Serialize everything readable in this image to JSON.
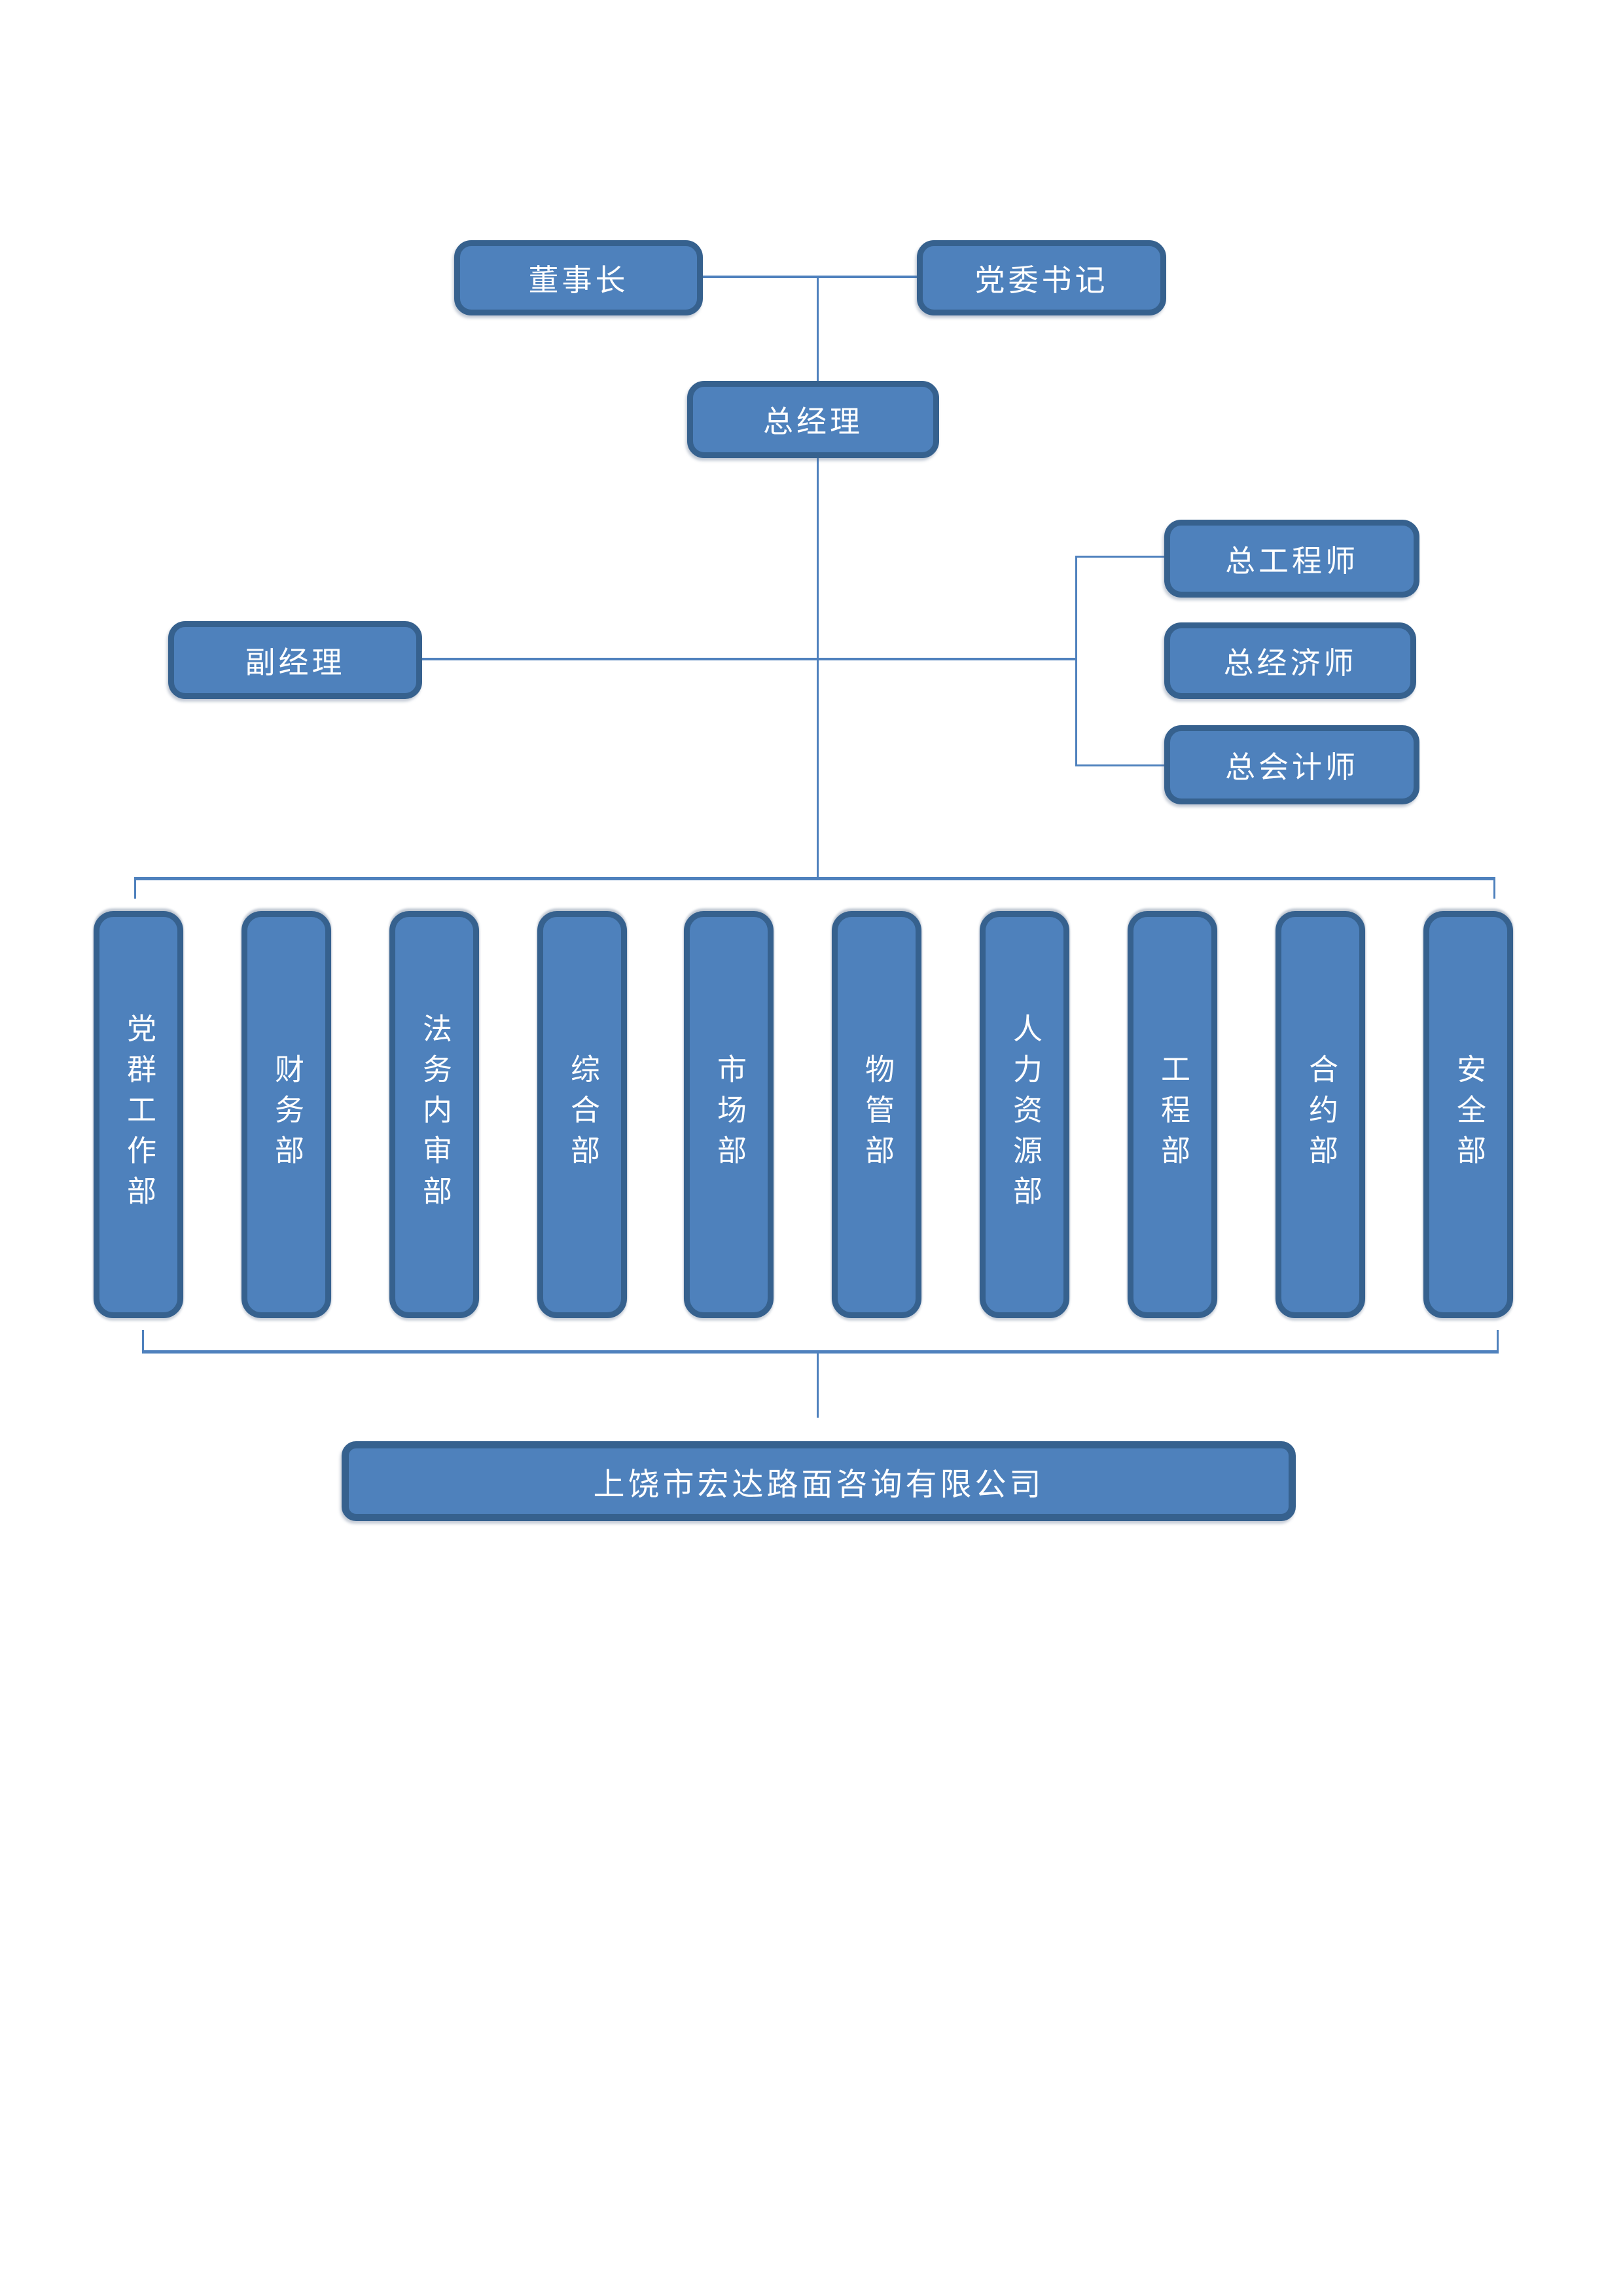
{
  "diagram": {
    "type": "org-chart",
    "accent_fill": "#4e81bc",
    "accent_border": "#36618e",
    "connector_color": "#4f81bd",
    "text_color": "#ffffff"
  },
  "nodes": {
    "chairman": {
      "label": "董事长"
    },
    "party_secretary": {
      "label": "党委书记"
    },
    "general_manager": {
      "label": "总经理"
    },
    "deputy_manager": {
      "label": "副经理"
    },
    "chief_engineer": {
      "label": "总工程师"
    },
    "chief_economist": {
      "label": "总经济师"
    },
    "chief_accountant": {
      "label": "总会计师"
    },
    "company": {
      "label": "上饶市宏达路面咨询有限公司"
    }
  },
  "departments": [
    {
      "label": "党群工作部"
    },
    {
      "label": "财务部"
    },
    {
      "label": "法务内审部"
    },
    {
      "label": "综合部"
    },
    {
      "label": "市场部"
    },
    {
      "label": "物管部"
    },
    {
      "label": "人力资源部"
    },
    {
      "label": "工程部"
    },
    {
      "label": "合约部"
    },
    {
      "label": "安全部"
    }
  ]
}
